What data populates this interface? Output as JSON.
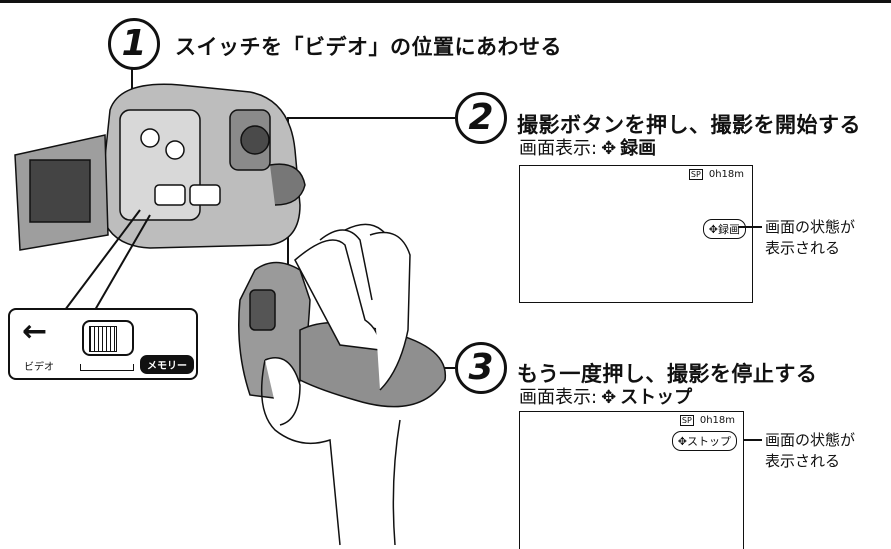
{
  "steps": [
    {
      "number": "1",
      "text": "スイッチを「ビデオ」の位置にあわせる"
    },
    {
      "number": "2",
      "text": "撮影ボタンを押し、撮影を開始する",
      "display_label": "画面表示:",
      "display_icon": "✥",
      "display_value": "録画"
    },
    {
      "number": "3",
      "text": "もう一度押し、撮影を停止する",
      "display_label": "画面表示:",
      "display_icon": "✥",
      "display_value": "ストップ"
    }
  ],
  "screens": [
    {
      "sp": "SP",
      "time": "0h18m",
      "badge": "録画",
      "note_line1": "画面の状態が",
      "note_line2": "表示される"
    },
    {
      "sp": "SP",
      "time": "0h18m",
      "badge": "ストップ",
      "note_line1": "画面の状態が",
      "note_line2": "表示される"
    }
  ],
  "switch_inset": {
    "left_label": "ビデオ",
    "right_label": "メモリー",
    "arrow": "←"
  },
  "icons": [
    "step-circle",
    "record-icon",
    "camcorder-illustration",
    "hand-illustration",
    "child-illustration"
  ]
}
